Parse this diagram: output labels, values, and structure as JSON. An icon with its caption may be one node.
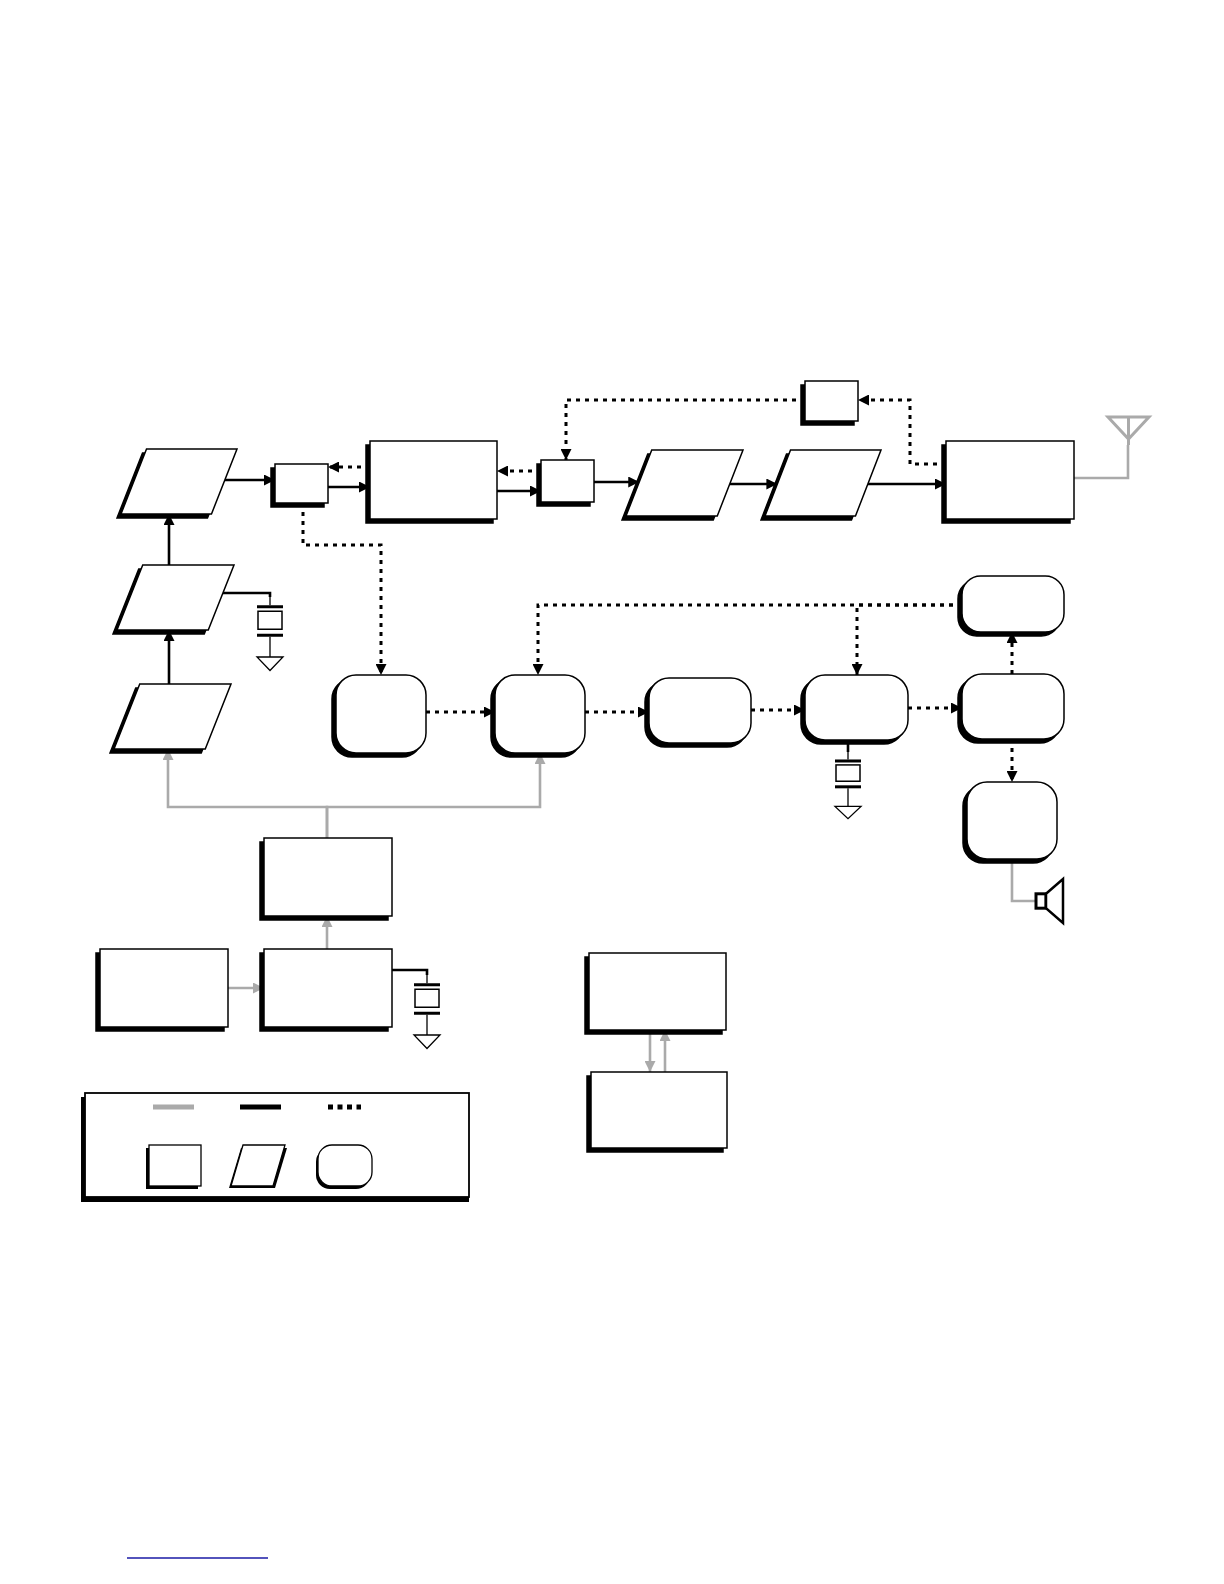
{
  "diagram": {
    "nodes": [
      {
        "text": [],
        "shape": "box"
      },
      {
        "text": [],
        "shape": "parallelogram"
      },
      {
        "text": [],
        "shape": "box"
      },
      {
        "text": [],
        "shape": "box"
      },
      {
        "text": [],
        "shape": "box"
      },
      {
        "text": [],
        "shape": "parallelogram"
      },
      {
        "text": [],
        "shape": "parallelogram"
      },
      {
        "text": [],
        "shape": "box"
      },
      {
        "text": [],
        "shape": "antenna"
      },
      {
        "text": [],
        "shape": "parallelogram"
      },
      {
        "text": [],
        "shape": "crystal"
      },
      {
        "text": [],
        "shape": "rounded"
      },
      {
        "text": [],
        "shape": "rounded"
      },
      {
        "text": [],
        "shape": "rounded"
      },
      {
        "text": [],
        "shape": "rounded"
      },
      {
        "text": [],
        "shape": "rounded"
      },
      {
        "text": [],
        "shape": "rounded"
      },
      {
        "text": [],
        "shape": "parallelogram"
      },
      {
        "text": [],
        "shape": "crystal"
      },
      {
        "text": [],
        "shape": "rounded"
      },
      {
        "text": [],
        "shape": "speaker"
      },
      {
        "text": [],
        "shape": "box"
      },
      {
        "text": [],
        "shape": "box"
      },
      {
        "text": [],
        "shape": "box"
      },
      {
        "text": [],
        "shape": "crystal"
      },
      {
        "text": [],
        "shape": "box"
      },
      {
        "text": [],
        "shape": "box"
      }
    ],
    "edges": [
      {
        "from": 17,
        "to": 9,
        "arrow": "to"
      },
      {
        "from": 9,
        "to": 1,
        "arrow": "to"
      },
      {
        "from": 1,
        "to": 2,
        "arrow": "to"
      },
      {
        "from": 2,
        "to": 3,
        "arrow": "to"
      },
      {
        "from": 3,
        "to": 2,
        "arrow": "to",
        "style": "dashed"
      },
      {
        "from": 3,
        "to": 4,
        "arrow": "to"
      },
      {
        "from": 4,
        "to": 3,
        "arrow": "to",
        "style": "dashed"
      },
      {
        "from": 4,
        "to": 5,
        "arrow": "to"
      },
      {
        "from": 5,
        "to": 6,
        "arrow": "to"
      },
      {
        "from": 6,
        "to": 7,
        "arrow": "to"
      },
      {
        "from": 7,
        "to": 0,
        "arrow": "to",
        "style": "dashed"
      },
      {
        "from": 0,
        "to": 4,
        "arrow": "to",
        "style": "dashed"
      },
      {
        "from": 7,
        "to": 8,
        "arrow": "none",
        "color": "#aaaaaa"
      },
      {
        "from": 2,
        "to": 12,
        "arrow": "to",
        "style": "dashed"
      },
      {
        "from": 9,
        "to": 10,
        "arrow": "none"
      },
      {
        "from": 11,
        "to": 13,
        "arrow": "to",
        "style": "dashed"
      },
      {
        "from": 11,
        "to": 15,
        "arrow": "to",
        "style": "dashed"
      },
      {
        "from": 12,
        "to": 13,
        "arrow": "to",
        "style": "dashed"
      },
      {
        "from": 13,
        "to": 14,
        "arrow": "to",
        "style": "dashed"
      },
      {
        "from": 14,
        "to": 15,
        "arrow": "to",
        "style": "dashed"
      },
      {
        "from": 15,
        "to": 16,
        "arrow": "to",
        "style": "dashed"
      },
      {
        "from": 16,
        "to": 11,
        "arrow": "to",
        "style": "dashed"
      },
      {
        "from": 16,
        "to": 19,
        "arrow": "to",
        "style": "dashed"
      },
      {
        "from": 15,
        "to": 18,
        "arrow": "none"
      },
      {
        "from": 19,
        "to": 20,
        "arrow": "none",
        "color": "#aaaaaa"
      },
      {
        "from": 21,
        "to": 17,
        "arrow": "to",
        "color": "#aaaaaa"
      },
      {
        "from": 21,
        "to": 13,
        "arrow": "to",
        "color": "#aaaaaa"
      },
      {
        "from": 23,
        "to": 21,
        "arrow": "to",
        "color": "#aaaaaa"
      },
      {
        "from": 22,
        "to": 23,
        "arrow": "to",
        "color": "#aaaaaa"
      },
      {
        "from": 23,
        "to": 24,
        "arrow": "none"
      },
      {
        "from": 25,
        "to": 26,
        "arrow": "to",
        "color": "#aaaaaa"
      },
      {
        "from": 26,
        "to": 25,
        "arrow": "to",
        "color": "#aaaaaa"
      }
    ]
  }
}
